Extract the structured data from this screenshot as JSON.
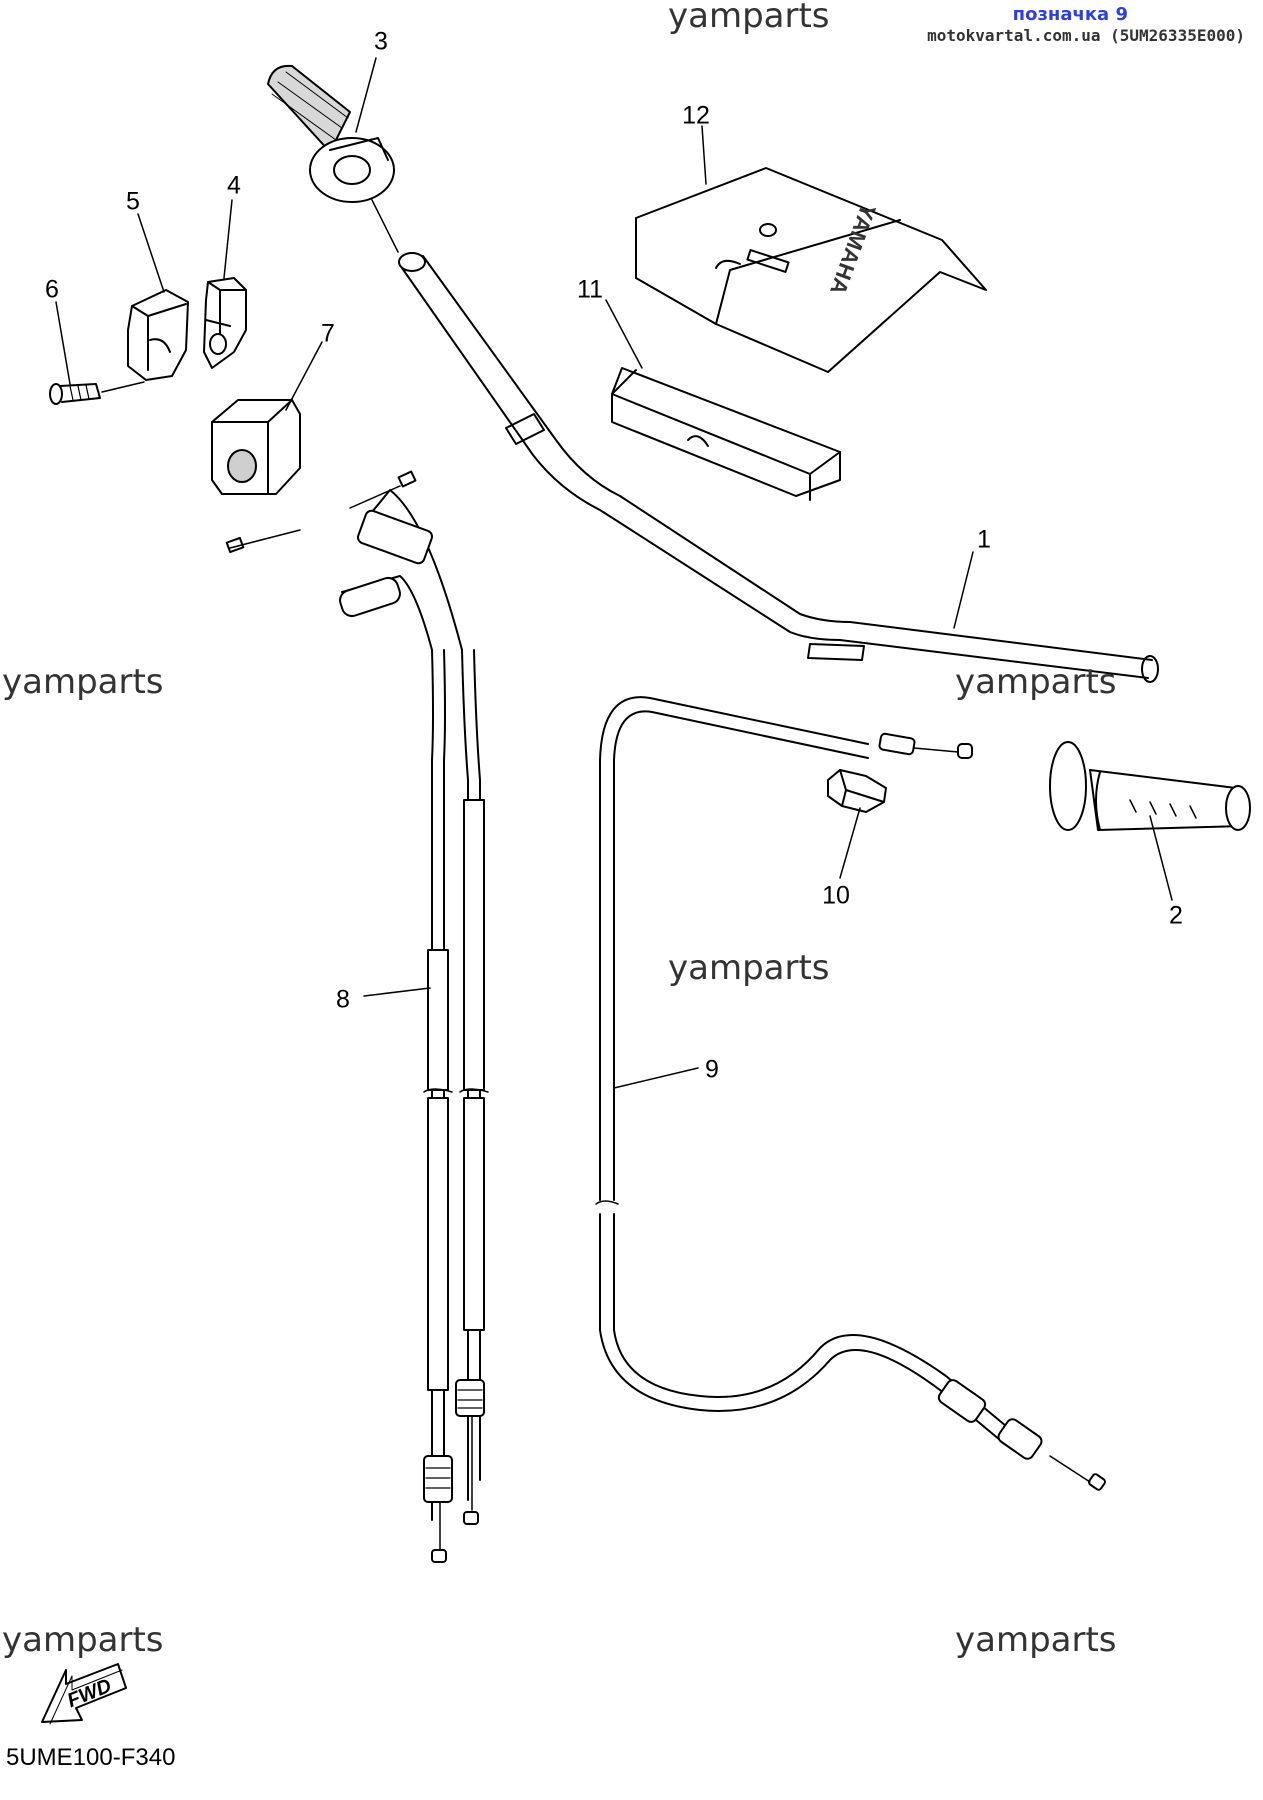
{
  "header": {
    "marker": "позначка 9",
    "site": "motokvartal.com.ua (5UM26335E000)"
  },
  "watermark": "yamparts",
  "fwd_label": "FWD",
  "diagram_code": "5UME100-F340",
  "parts": [
    {
      "num": "1"
    },
    {
      "num": "2"
    },
    {
      "num": "3"
    },
    {
      "num": "4"
    },
    {
      "num": "5"
    },
    {
      "num": "6"
    },
    {
      "num": "7"
    },
    {
      "num": "8"
    },
    {
      "num": "9"
    },
    {
      "num": "10"
    },
    {
      "num": "11"
    },
    {
      "num": "12"
    }
  ],
  "pad_brand": "YAMAHA"
}
